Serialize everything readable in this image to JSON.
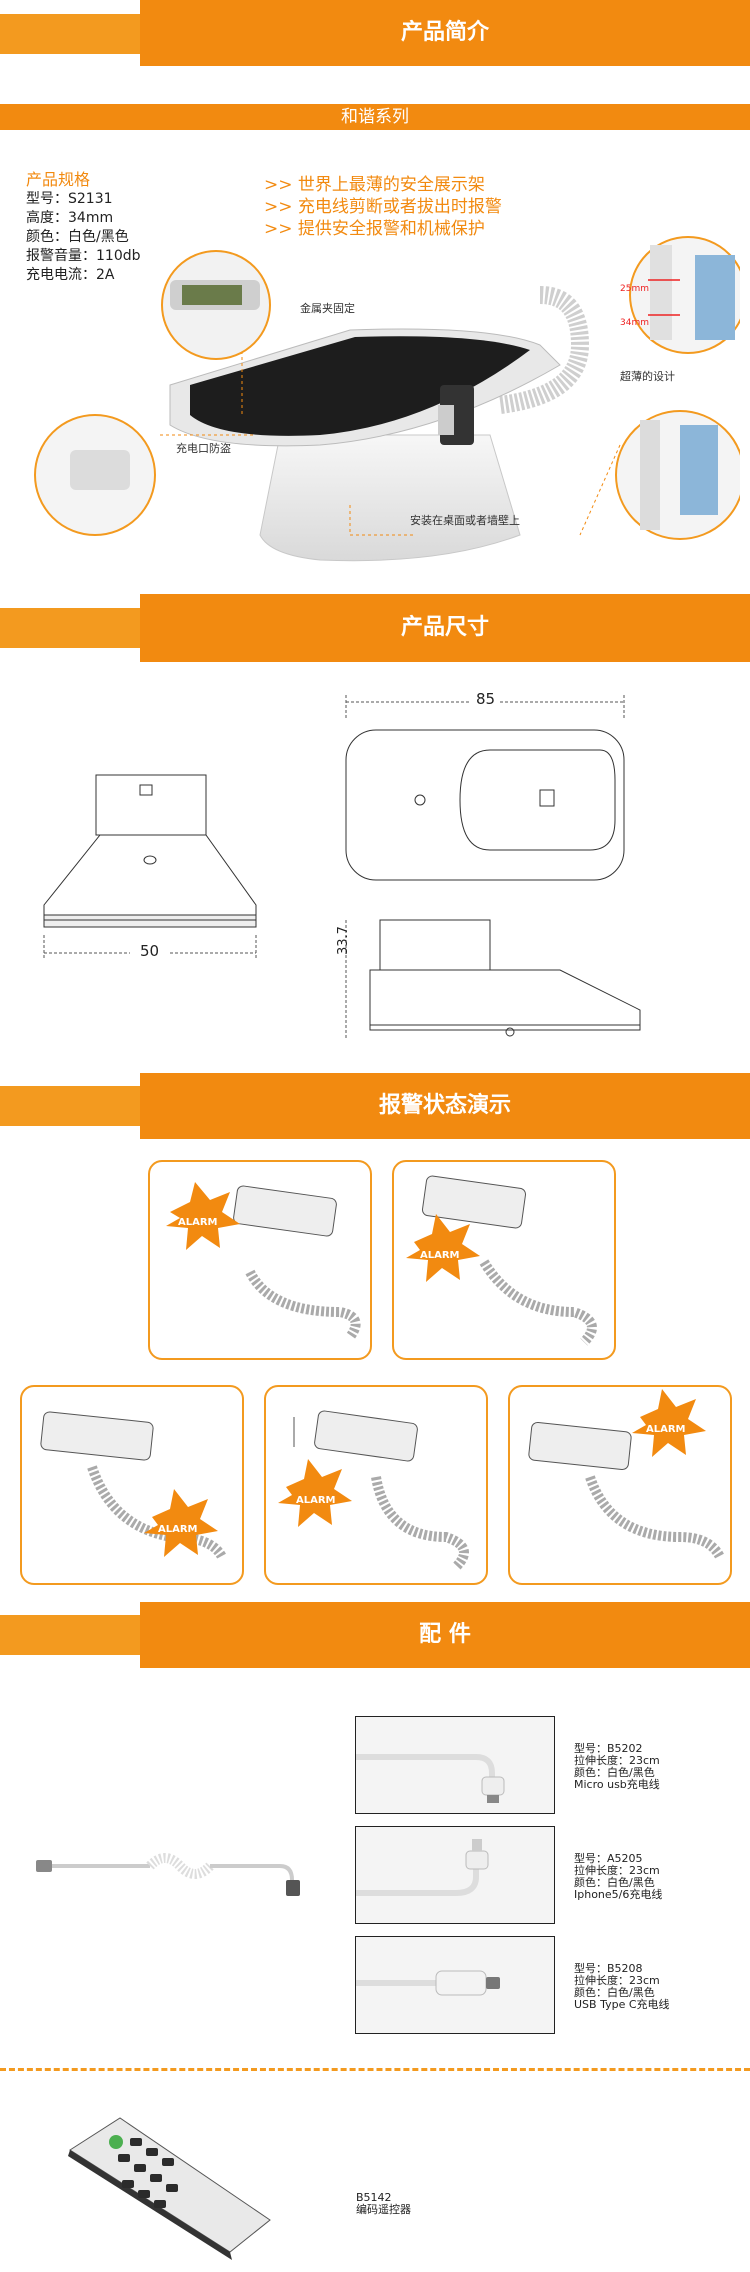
{
  "sections": {
    "intro": "产品简介",
    "series": "和谐系列",
    "dimensions": "产品尺寸",
    "alarm_demo": "报警状态演示",
    "accessories": "配 件"
  },
  "specs": {
    "title": "产品规格",
    "model": "型号：S2131",
    "height": "高度：34mm",
    "color": "颜色：白色/黑色",
    "volume": "报警音量：110db",
    "current": "充电电流：2A"
  },
  "features": [
    ">> 世界上最薄的安全展示架",
    ">> 充电线剪断或者拔出时报警",
    ">> 提供安全报警和机械保护"
  ],
  "callouts": {
    "metal_clip": "金属夹固定",
    "charge_port": "充电口防盗",
    "mount": "安装在桌面或者墙壁上",
    "thin": "超薄的设计",
    "dim_25": "25mm",
    "dim_34": "34mm"
  },
  "dims": {
    "width": "50",
    "length": "85",
    "height": "33.7"
  },
  "alarm_word": "ALARM",
  "accessories": [
    {
      "model": "型号：B5202",
      "length": "拉伸长度：23cm",
      "color": "颜色：白色/黑色",
      "type": "Micro usb充电线"
    },
    {
      "model": "型号：A5205",
      "length": "拉伸长度：23cm",
      "color": "颜色：白色/黑色",
      "type": "Iphone5/6充电线"
    },
    {
      "model": "型号：B5208",
      "length": "拉伸长度：23cm",
      "color": "颜色：白色/黑色",
      "type": "USB Type C充电线"
    }
  ],
  "remote": {
    "model": "B5142",
    "name": "编码遥控器"
  },
  "colors": {
    "orange": "#f28a10",
    "orange_light": "#f39a1f"
  }
}
